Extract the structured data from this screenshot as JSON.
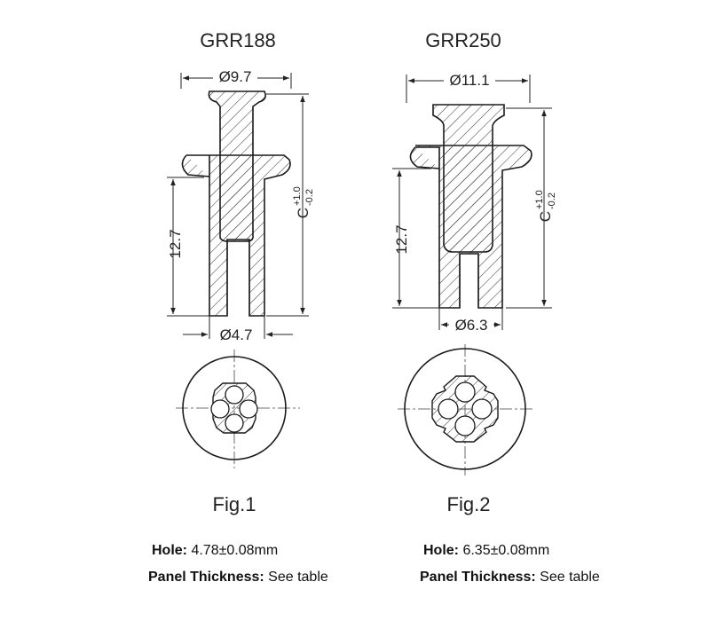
{
  "fig1": {
    "part_name": "GRR188",
    "top_diameter": "Ø9.7",
    "height": "12.7",
    "bottom_diameter": "Ø4.7",
    "length_symbol": "C",
    "tol_plus": "+1.0",
    "tol_minus": "-0.2",
    "caption": "Fig.1",
    "hole_label": "Hole:",
    "hole_value": " 4.78±0.08mm",
    "panel_label": "Panel Thickness:",
    "panel_value": " See table"
  },
  "fig2": {
    "part_name": "GRR250",
    "top_diameter": "Ø11.1",
    "height": "12.7",
    "bottom_diameter": "Ø6.3",
    "length_symbol": "C",
    "tol_plus": "+1.0",
    "tol_minus": "-0.2",
    "caption": "Fig.2",
    "hole_label": "Hole:",
    "hole_value": " 6.35±0.08mm",
    "panel_label": "Panel Thickness:",
    "panel_value": " See table"
  },
  "colors": {
    "line": "#1a1a1a",
    "hatch": "#333333"
  }
}
